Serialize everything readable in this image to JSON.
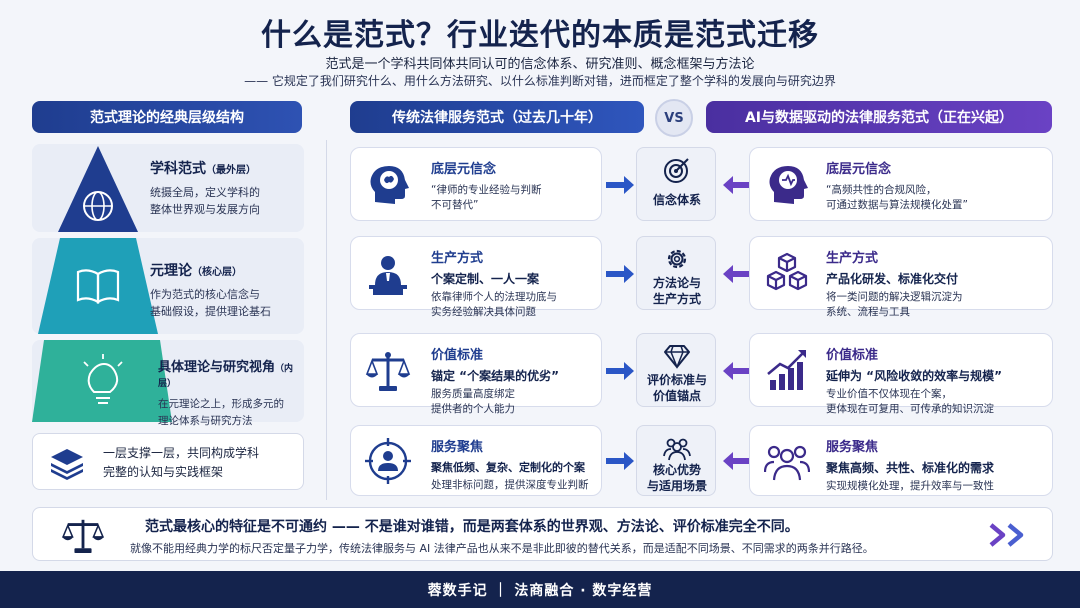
{
  "header": {
    "title": "什么是范式？行业迭代的本质是范式迁移",
    "subtitle": "范式是一个学科共同体共同认可的信念体系、研究准则、概念框架与方法论",
    "subtitle2": "—— 它规定了我们研究什么、用什么方法研究、以什么标准判断对错，进而框定了整个学科的发展向与研究边界"
  },
  "left": {
    "heading": "范式理论的经典层级结构",
    "levels": [
      {
        "title": "学科范式",
        "tag": "（最外层）",
        "desc1": "统摄全局，定义学科的",
        "desc2": "整体世界观与发展方向"
      },
      {
        "title": "元理论",
        "tag": "（核心层）",
        "desc1": "作为范式的核心信念与",
        "desc2": "基础假设，提供理论基石"
      },
      {
        "title": "具体理论与研究视角",
        "tag": "（内层）",
        "desc1": "在元理论之上，形成多元的",
        "desc2": "理论体系与研究方法"
      }
    ],
    "summary1": "一层支撑一层，共同构成学科",
    "summary2": "完整的认知与实践框架"
  },
  "compare": {
    "trad_heading": "传统法律服务范式（过去几十年）",
    "vs": "VS",
    "ai_heading": "AI与数据驱动的法律服务范式（正在兴起）",
    "rows": [
      {
        "trad": {
          "title": "底层元信念",
          "sub": "",
          "desc1": "“律师的专业经验与判断",
          "desc2": "不可替代”"
        },
        "mid1": "信念体系",
        "mid2": "",
        "ai": {
          "title": "底层元信念",
          "sub": "",
          "desc1": "“高频共性的合规风险，",
          "desc2": "可通过数据与算法规模化处置”"
        }
      },
      {
        "trad": {
          "title": "生产方式",
          "sub": "个案定制、一人一案",
          "desc1": "依靠律师个人的法理功底与",
          "desc2": "实务经验解决具体问题"
        },
        "mid1": "方法论与",
        "mid2": "生产方式",
        "ai": {
          "title": "生产方式",
          "sub": "产品化研发、标准化交付",
          "desc1": "将一类问题的解决逻辑沉淀为",
          "desc2": "系统、流程与工具"
        }
      },
      {
        "trad": {
          "title": "价值标准",
          "sub": "锚定 “个案结果的优劣”",
          "desc1": "服务质量高度绑定",
          "desc2": "提供者的个人能力"
        },
        "mid1": "评价标准与",
        "mid2": "价值锚点",
        "ai": {
          "title": "价值标准",
          "sub": "延伸为 “风险收敛的效率与规模”",
          "desc1": "专业价值不仅体现在个案，",
          "desc2": "更体现在可复用、可传承的知识沉淀"
        }
      },
      {
        "trad": {
          "title": "服务聚焦",
          "sub": "聚焦低频、复杂、定制化的个案",
          "desc1": "处理非标问题，提供深度专业判断",
          "desc2": ""
        },
        "mid1": "核心优势",
        "mid2": "与适用场景",
        "ai": {
          "title": "服务聚焦",
          "sub": "聚焦高频、共性、标准化的需求",
          "desc1": "实现规模化处理，提升效率与一致性",
          "desc2": ""
        }
      }
    ]
  },
  "banner": {
    "line1": "范式最核心的特征是不可通约 —— 不是谁对谁错，而是两套体系的世界观、方法论、评价标准完全不同。",
    "line2": "就像不能用经典力学的标尺否定量子力学，传统法律服务与 AI 法律产品也从来不是非此即彼的替代关系，而是适配不同场景、不同需求的两条并行路径。"
  },
  "footer": "蓉数手记 ｜ 法商融合 · 数字经营",
  "colors": {
    "navy": "#14234d",
    "blue": "#1f3d8f",
    "purple": "#4a2fa0",
    "teal": "#1fa0b8"
  }
}
